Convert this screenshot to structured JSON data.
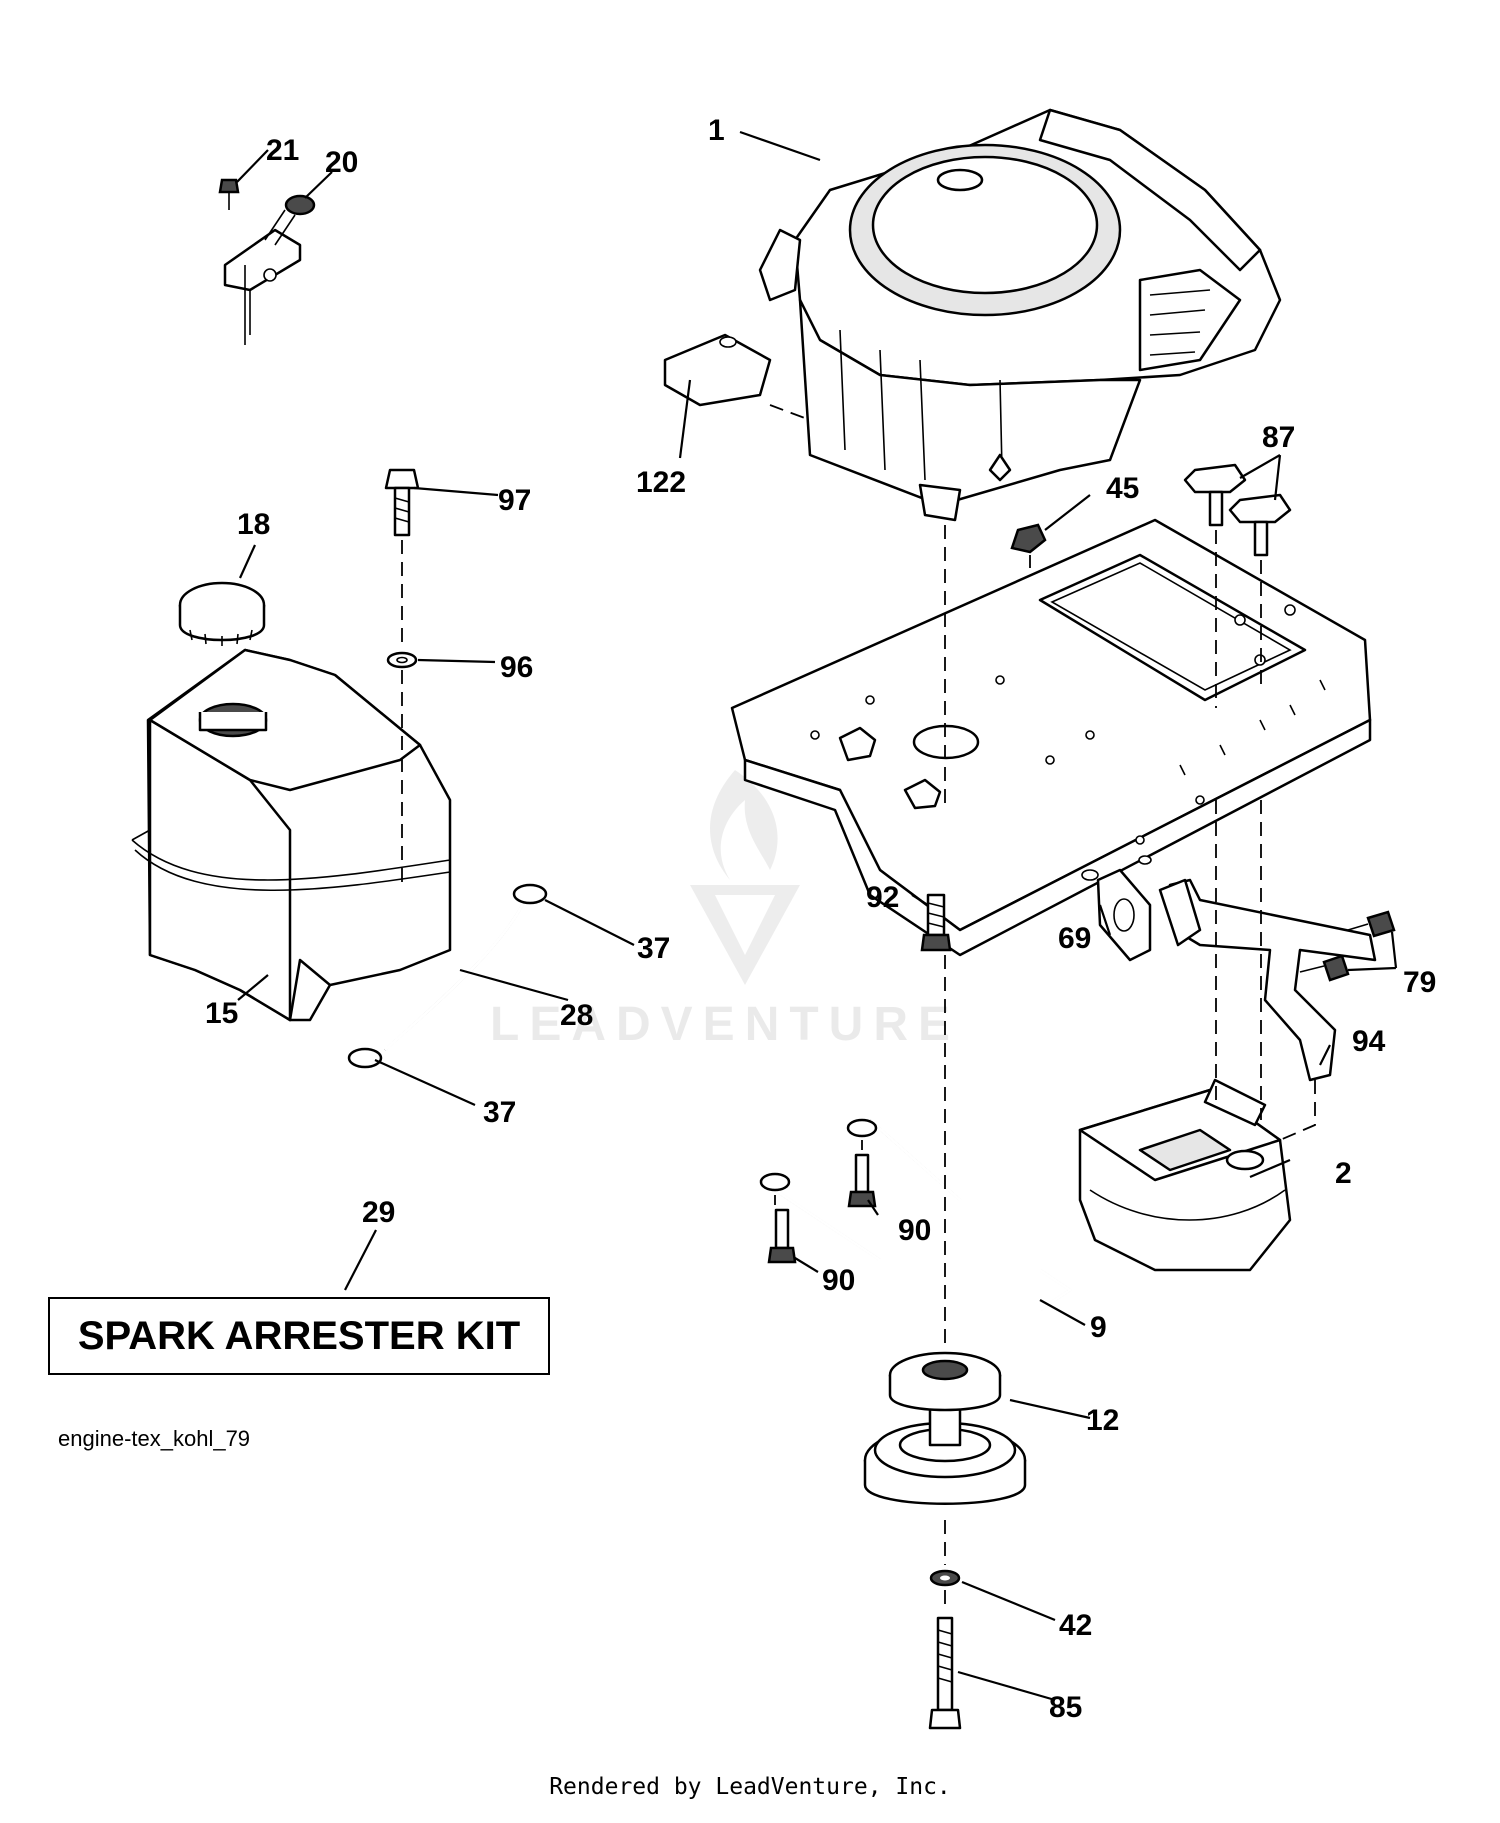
{
  "diagram": {
    "id_label": "engine-tex_kohl_79",
    "kit_label": "SPARK ARRESTER KIT",
    "footer": "Rendered by LeadVenture, Inc.",
    "watermark_text": "LEADVENTURE",
    "callouts": {
      "c1": "1",
      "c2": "2",
      "c9": "9",
      "c12": "12",
      "c15": "15",
      "c18": "18",
      "c20": "20",
      "c21": "21",
      "c28": "28",
      "c29": "29",
      "c37a": "37",
      "c37b": "37",
      "c42": "42",
      "c45": "45",
      "c69": "69",
      "c79": "79",
      "c85": "85",
      "c87": "87",
      "c90a": "90",
      "c90b": "90",
      "c92": "92",
      "c94": "94",
      "c96": "96",
      "c97": "97",
      "c122": "122"
    }
  }
}
